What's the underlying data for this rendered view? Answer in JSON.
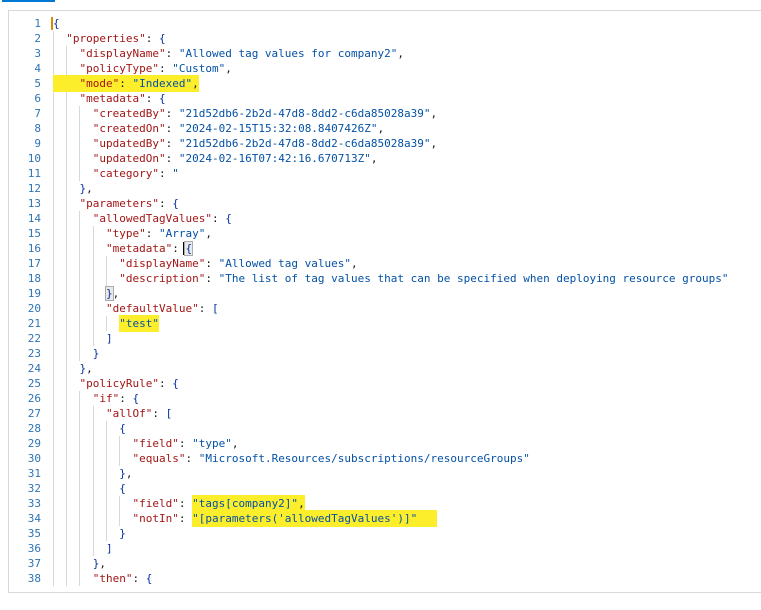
{
  "page": {
    "title": "Azure policy definition JSON editor",
    "accent_color": "#0078d4",
    "highlight_color": "#fdee2b",
    "key_color": "#a31515",
    "value_color": "#0451a5",
    "line_number_color": "#2e74b5"
  },
  "editor": {
    "language": "json",
    "line_count_visible": 38,
    "lines": [
      {
        "n": 1,
        "i": 0,
        "t": [
          [
            "brace careto",
            "{"
          ]
        ]
      },
      {
        "n": 2,
        "i": 2,
        "t": [
          [
            "ws",
            "  "
          ],
          [
            "key",
            "\"properties\""
          ],
          [
            "punc",
            ": "
          ],
          [
            "brace",
            "{"
          ]
        ]
      },
      {
        "n": 3,
        "i": 4,
        "t": [
          [
            "ws",
            "    "
          ],
          [
            "key",
            "\"displayName\""
          ],
          [
            "punc",
            ": "
          ],
          [
            "val",
            "\"Allowed tag values for company2\""
          ],
          [
            "punc",
            ","
          ]
        ]
      },
      {
        "n": 4,
        "i": 4,
        "t": [
          [
            "ws",
            "    "
          ],
          [
            "key",
            "\"policyType\""
          ],
          [
            "punc",
            ": "
          ],
          [
            "val",
            "\"Custom\""
          ],
          [
            "punc",
            ","
          ]
        ]
      },
      {
        "n": 5,
        "i": 4,
        "t": [
          [
            "ws hl",
            "    "
          ],
          [
            "key hl",
            "\"mode\""
          ],
          [
            "punc hl",
            ": "
          ],
          [
            "val hl",
            "\"Indexed\""
          ],
          [
            "punc hl",
            ","
          ]
        ]
      },
      {
        "n": 6,
        "i": 4,
        "t": [
          [
            "ws",
            "    "
          ],
          [
            "key",
            "\"metadata\""
          ],
          [
            "punc",
            ": "
          ],
          [
            "brace",
            "{"
          ]
        ]
      },
      {
        "n": 7,
        "i": 6,
        "t": [
          [
            "ws",
            "      "
          ],
          [
            "key",
            "\"createdBy\""
          ],
          [
            "punc",
            ": "
          ],
          [
            "val",
            "\"21d52db6-2b2d-47d8-8dd2-c6da85028a39\""
          ],
          [
            "punc",
            ","
          ]
        ]
      },
      {
        "n": 8,
        "i": 6,
        "t": [
          [
            "ws",
            "      "
          ],
          [
            "key",
            "\"createdOn\""
          ],
          [
            "punc",
            ": "
          ],
          [
            "val",
            "\"2024-02-15T15:32:08.8407426Z\""
          ],
          [
            "punc",
            ","
          ]
        ]
      },
      {
        "n": 9,
        "i": 6,
        "t": [
          [
            "ws",
            "      "
          ],
          [
            "key",
            "\"updatedBy\""
          ],
          [
            "punc",
            ": "
          ],
          [
            "val",
            "\"21d52db6-2b2d-47d8-8dd2-c6da85028a39\""
          ],
          [
            "punc",
            ","
          ]
        ]
      },
      {
        "n": 10,
        "i": 6,
        "t": [
          [
            "ws",
            "      "
          ],
          [
            "key",
            "\"updatedOn\""
          ],
          [
            "punc",
            ": "
          ],
          [
            "val",
            "\"2024-02-16T07:42:16.670713Z\""
          ],
          [
            "punc",
            ","
          ]
        ]
      },
      {
        "n": 11,
        "i": 6,
        "t": [
          [
            "ws",
            "      "
          ],
          [
            "key",
            "\"category\""
          ],
          [
            "punc",
            ": "
          ],
          [
            "val",
            "\""
          ]
        ]
      },
      {
        "n": 12,
        "i": 4,
        "t": [
          [
            "ws",
            "    "
          ],
          [
            "brace",
            "}"
          ],
          [
            "punc",
            ","
          ]
        ]
      },
      {
        "n": 13,
        "i": 4,
        "t": [
          [
            "ws",
            "    "
          ],
          [
            "key",
            "\"parameters\""
          ],
          [
            "punc",
            ": "
          ],
          [
            "brace",
            "{"
          ]
        ]
      },
      {
        "n": 14,
        "i": 6,
        "t": [
          [
            "ws",
            "      "
          ],
          [
            "key",
            "\"allowedTagValues\""
          ],
          [
            "punc",
            ": "
          ],
          [
            "brace",
            "{"
          ]
        ]
      },
      {
        "n": 15,
        "i": 8,
        "t": [
          [
            "ws",
            "        "
          ],
          [
            "key",
            "\"type\""
          ],
          [
            "punc",
            ": "
          ],
          [
            "val",
            "\"Array\""
          ],
          [
            "punc",
            ","
          ]
        ]
      },
      {
        "n": 16,
        "i": 8,
        "t": [
          [
            "ws",
            "        "
          ],
          [
            "key",
            "\"metadata\""
          ],
          [
            "punc",
            ": "
          ],
          [
            "brace box caretb",
            "{"
          ]
        ]
      },
      {
        "n": 17,
        "i": 10,
        "t": [
          [
            "ws",
            "          "
          ],
          [
            "key",
            "\"displayName\""
          ],
          [
            "punc",
            ": "
          ],
          [
            "val",
            "\"Allowed tag values\""
          ],
          [
            "punc",
            ","
          ]
        ]
      },
      {
        "n": 18,
        "i": 10,
        "t": [
          [
            "ws",
            "          "
          ],
          [
            "key",
            "\"description\""
          ],
          [
            "punc",
            ": "
          ],
          [
            "val",
            "\"The list of tag values that can be specified when deploying resource groups\""
          ]
        ]
      },
      {
        "n": 19,
        "i": 8,
        "t": [
          [
            "ws",
            "        "
          ],
          [
            "brace box",
            "}"
          ],
          [
            "punc",
            ","
          ]
        ]
      },
      {
        "n": 20,
        "i": 8,
        "t": [
          [
            "ws",
            "        "
          ],
          [
            "key",
            "\"defaultValue\""
          ],
          [
            "punc",
            ": "
          ],
          [
            "brace",
            "["
          ]
        ]
      },
      {
        "n": 21,
        "i": 10,
        "t": [
          [
            "ws",
            "          "
          ],
          [
            "val hl",
            "\"test\""
          ]
        ]
      },
      {
        "n": 22,
        "i": 8,
        "t": [
          [
            "ws",
            "        "
          ],
          [
            "brace",
            "]"
          ]
        ]
      },
      {
        "n": 23,
        "i": 6,
        "t": [
          [
            "ws",
            "      "
          ],
          [
            "brace",
            "}"
          ]
        ]
      },
      {
        "n": 24,
        "i": 4,
        "t": [
          [
            "ws",
            "    "
          ],
          [
            "brace",
            "}"
          ],
          [
            "punc",
            ","
          ]
        ]
      },
      {
        "n": 25,
        "i": 4,
        "t": [
          [
            "ws",
            "    "
          ],
          [
            "key",
            "\"policyRule\""
          ],
          [
            "punc",
            ": "
          ],
          [
            "brace",
            "{"
          ]
        ]
      },
      {
        "n": 26,
        "i": 6,
        "t": [
          [
            "ws",
            "      "
          ],
          [
            "key",
            "\"if\""
          ],
          [
            "punc",
            ": "
          ],
          [
            "brace",
            "{"
          ]
        ]
      },
      {
        "n": 27,
        "i": 8,
        "t": [
          [
            "ws",
            "        "
          ],
          [
            "key",
            "\"allOf\""
          ],
          [
            "punc",
            ": "
          ],
          [
            "brace",
            "["
          ]
        ]
      },
      {
        "n": 28,
        "i": 10,
        "t": [
          [
            "ws",
            "          "
          ],
          [
            "brace",
            "{"
          ]
        ]
      },
      {
        "n": 29,
        "i": 12,
        "t": [
          [
            "ws",
            "            "
          ],
          [
            "key",
            "\"field\""
          ],
          [
            "punc",
            ": "
          ],
          [
            "val",
            "\"type\""
          ],
          [
            "punc",
            ","
          ]
        ]
      },
      {
        "n": 30,
        "i": 12,
        "t": [
          [
            "ws",
            "            "
          ],
          [
            "key",
            "\"equals\""
          ],
          [
            "punc",
            ": "
          ],
          [
            "val",
            "\"Microsoft.Resources/subscriptions/resourceGroups\""
          ]
        ]
      },
      {
        "n": 31,
        "i": 10,
        "t": [
          [
            "ws",
            "          "
          ],
          [
            "brace",
            "}"
          ],
          [
            "punc",
            ","
          ]
        ]
      },
      {
        "n": 32,
        "i": 10,
        "t": [
          [
            "ws",
            "          "
          ],
          [
            "brace",
            "{"
          ]
        ]
      },
      {
        "n": 33,
        "i": 12,
        "t": [
          [
            "ws",
            "            "
          ],
          [
            "key",
            "\"field\""
          ],
          [
            "punc",
            ": "
          ],
          [
            "val hl",
            "\"tags[company2]\""
          ],
          [
            "punc hl",
            ","
          ]
        ]
      },
      {
        "n": 34,
        "i": 12,
        "t": [
          [
            "ws",
            "            "
          ],
          [
            "key",
            "\"notIn\""
          ],
          [
            "punc",
            ": "
          ],
          [
            "val hl",
            "\"[parameters('allowedTagValues')]\""
          ],
          [
            "ws hl",
            "   "
          ]
        ]
      },
      {
        "n": 35,
        "i": 10,
        "t": [
          [
            "ws",
            "          "
          ],
          [
            "brace",
            "}"
          ]
        ]
      },
      {
        "n": 36,
        "i": 8,
        "t": [
          [
            "ws",
            "        "
          ],
          [
            "brace",
            "]"
          ]
        ]
      },
      {
        "n": 37,
        "i": 6,
        "t": [
          [
            "ws",
            "      "
          ],
          [
            "brace",
            "}"
          ],
          [
            "punc",
            ","
          ]
        ]
      },
      {
        "n": 38,
        "i": 6,
        "t": [
          [
            "ws",
            "      "
          ],
          [
            "key",
            "\"then\""
          ],
          [
            "punc",
            ": "
          ],
          [
            "brace",
            "{"
          ]
        ]
      }
    ]
  }
}
